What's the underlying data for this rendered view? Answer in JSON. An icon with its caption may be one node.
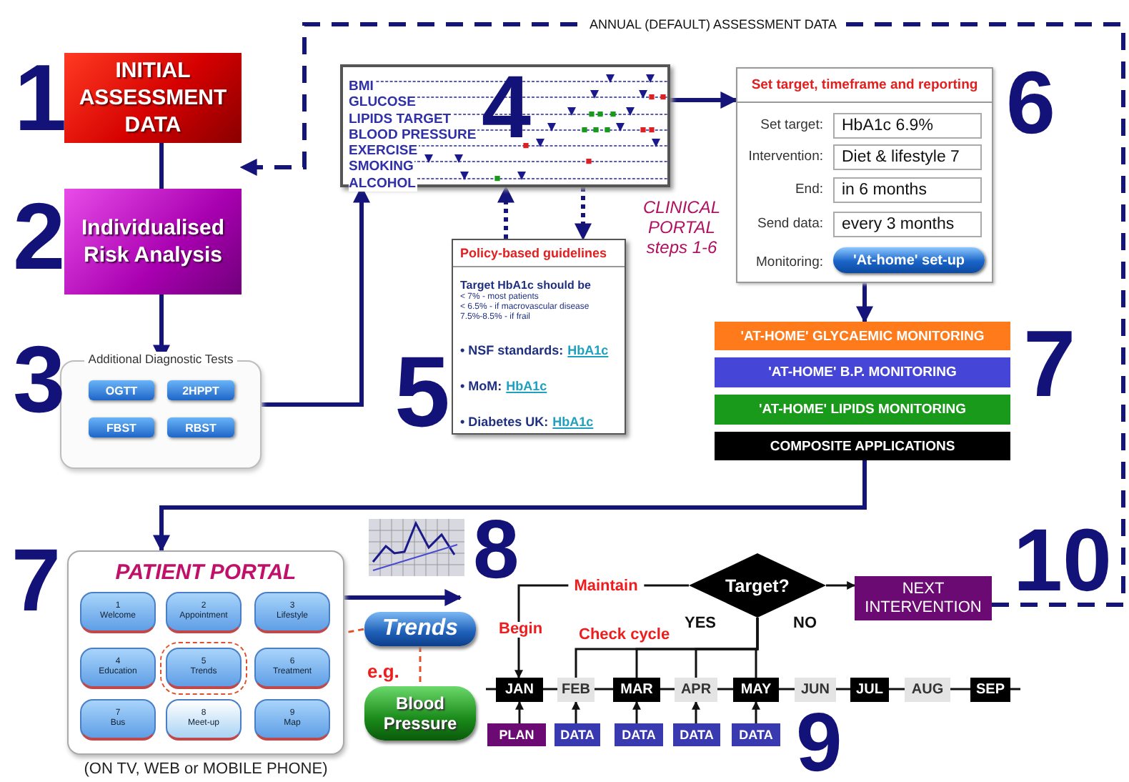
{
  "diagram": {
    "nodes": [
      {
        "text": [
          "INITIAL ASSESSMENT DATA"
        ]
      },
      {
        "text": [
          "Individualised Risk Analysis"
        ]
      },
      {
        "text": [
          "Additional Diagnostic Tests"
        ]
      },
      {
        "text": [
          "OGTT"
        ],
        "in": 2
      },
      {
        "text": [
          "2HPPT"
        ],
        "in": 2
      },
      {
        "text": [
          "FBST"
        ],
        "in": 2
      },
      {
        "text": [
          "RBST"
        ],
        "in": 2
      },
      {
        "text": [
          "BMI",
          "GLUCOSE",
          "LIPIDS TARGET",
          "BLOOD PRESSURE",
          "EXERCISE",
          "SMOKING",
          "ALCOHOL"
        ]
      },
      {
        "text": [
          "Policy-based guidelines",
          "Target HbA1c should be",
          "< 7% - most patients",
          "< 6.5% - if macrovascular disease",
          "7.5%-8.5% - if frail",
          "• NSF standards:",
          "HbA1c",
          "• MoM:",
          "HbA1c",
          "• Diabetes UK:",
          "HbA1c"
        ]
      },
      {
        "text": [
          "Set target, timeframe and reporting",
          "Set target:",
          "HbA1c 6.9%",
          "Intervention:",
          "Diet & lifestyle 7",
          "End:",
          "in 6 months",
          "Send data:",
          "every 3 months",
          "Monitoring:"
        ]
      },
      {
        "text": [
          "'At-home' set-up"
        ],
        "in": 9
      },
      {
        "text": [
          "'AT-HOME' GLYCAEMIC MONITORING"
        ]
      },
      {
        "text": [
          "'AT-HOME' B.P. MONITORING"
        ]
      },
      {
        "text": [
          "'AT-HOME' LIPIDS MONITORING"
        ]
      },
      {
        "text": [
          "COMPOSITE APPLICATIONS"
        ]
      },
      {
        "text": [
          "PATIENT PORTAL"
        ],
        "beside": [
          "(ON TV, WEB or MOBILE PHONE)"
        ]
      },
      {
        "text": [
          "1",
          "Welcome"
        ],
        "in": 15
      },
      {
        "text": [
          "2",
          "Appointment"
        ],
        "in": 15
      },
      {
        "text": [
          "3",
          "Lifestyle"
        ],
        "in": 15
      },
      {
        "text": [
          "4",
          "Education"
        ],
        "in": 15
      },
      {
        "text": [
          "5",
          "Trends"
        ],
        "in": 15
      },
      {
        "text": [
          "6",
          "Treatment"
        ],
        "in": 15
      },
      {
        "text": [
          "7",
          "Bus"
        ],
        "in": 15
      },
      {
        "text": [
          "8",
          "Meet-up"
        ],
        "in": 15
      },
      {
        "text": [
          "9",
          "Map"
        ],
        "in": 15
      },
      {
        "text": [
          "Trends"
        ]
      },
      {
        "text": [
          "Blood Pressure"
        ]
      },
      {
        "text": [
          "Target?"
        ]
      },
      {
        "text": [
          "NEXT INTERVENTION"
        ]
      },
      {
        "text": [
          "JAN"
        ]
      },
      {
        "text": [
          "FEB"
        ]
      },
      {
        "text": [
          "MAR"
        ]
      },
      {
        "text": [
          "APR"
        ]
      },
      {
        "text": [
          "MAY"
        ]
      },
      {
        "text": [
          "JUN"
        ]
      },
      {
        "text": [
          "JUL"
        ]
      },
      {
        "text": [
          "AUG"
        ]
      },
      {
        "text": [
          "SEP"
        ]
      },
      {
        "text": [
          "PLAN"
        ]
      },
      {
        "text": [
          "DATA"
        ]
      },
      {
        "text": [
          "DATA"
        ]
      },
      {
        "text": [
          "DATA"
        ]
      },
      {
        "text": [
          "DATA"
        ]
      }
    ],
    "edges": [
      {
        "from": 0,
        "to": 1,
        "arrow": "none",
        "style": "thick",
        "color": "#14147a"
      },
      {
        "from": 1,
        "to": 2,
        "arrow": "to",
        "style": "thick",
        "color": "#14147a"
      },
      {
        "from": 2,
        "to": 7,
        "arrow": "to",
        "style": "thick",
        "color": "#14147a"
      },
      {
        "from": 7,
        "to": 9,
        "arrow": "to",
        "style": "thick",
        "color": "#14147a"
      },
      {
        "from": 8,
        "to": 7,
        "arrow": "to",
        "style": "dashed",
        "color": "#14147a"
      },
      {
        "from": 7,
        "to": 8,
        "arrow": "to",
        "style": "dashed",
        "color": "#14147a"
      },
      {
        "from": 9,
        "to": 11,
        "arrow": "to",
        "style": "thick",
        "color": "#14147a"
      },
      {
        "from": 14,
        "to": 15,
        "arrow": "to",
        "style": "thick",
        "color": "#14147a"
      },
      {
        "from": 28,
        "to": 1,
        "arrow": "to",
        "style": "dashed",
        "color": "#14147a",
        "label": "ANNUAL (DEFAULT) ASSESSMENT DATA"
      },
      {
        "from": 20,
        "to": 25,
        "arrow": "none",
        "style": "dashed",
        "color": "#e0502a"
      },
      {
        "from": 25,
        "to": 26,
        "arrow": "none",
        "style": "dashed",
        "color": "#e0502a"
      },
      {
        "from": 15,
        "to": 25,
        "arrow": "to",
        "style": "thick",
        "color": "#14147a"
      },
      {
        "from": 27,
        "to": 29,
        "arrow": "to",
        "label": "Maintain"
      },
      {
        "from": 27,
        "to": 28,
        "arrow": "to"
      },
      {
        "from": 30,
        "to": 27,
        "arrow": "none"
      },
      {
        "from": 31,
        "to": 27,
        "arrow": "none"
      },
      {
        "from": 32,
        "to": 27,
        "arrow": "none"
      },
      {
        "from": 33,
        "to": 27,
        "arrow": "none"
      },
      {
        "from": 38,
        "to": 29,
        "arrow": "to"
      },
      {
        "from": 39,
        "to": 30,
        "arrow": "to"
      },
      {
        "from": 40,
        "to": 31,
        "arrow": "to"
      },
      {
        "from": 41,
        "to": 32,
        "arrow": "to"
      },
      {
        "from": 42,
        "to": 33,
        "arrow": "to"
      },
      {
        "from": 29,
        "to": 30,
        "arrow": "none"
      },
      {
        "from": 30,
        "to": 31,
        "arrow": "none"
      },
      {
        "from": 31,
        "to": 32,
        "arrow": "none"
      },
      {
        "from": 32,
        "to": 33,
        "arrow": "none"
      },
      {
        "from": 33,
        "to": 34,
        "arrow": "none"
      },
      {
        "from": 34,
        "to": 35,
        "arrow": "none"
      },
      {
        "from": 35,
        "to": 36,
        "arrow": "none"
      },
      {
        "from": 36,
        "to": 37,
        "arrow": "none"
      }
    ],
    "labels": [
      "1",
      "2",
      "3",
      "4",
      "5",
      "CLINICAL PORTAL steps 1-6",
      "6",
      "7",
      "7",
      "8",
      "e.g.",
      "Begin",
      "YES",
      "NO",
      "Check cycle",
      "10",
      "9"
    ]
  }
}
